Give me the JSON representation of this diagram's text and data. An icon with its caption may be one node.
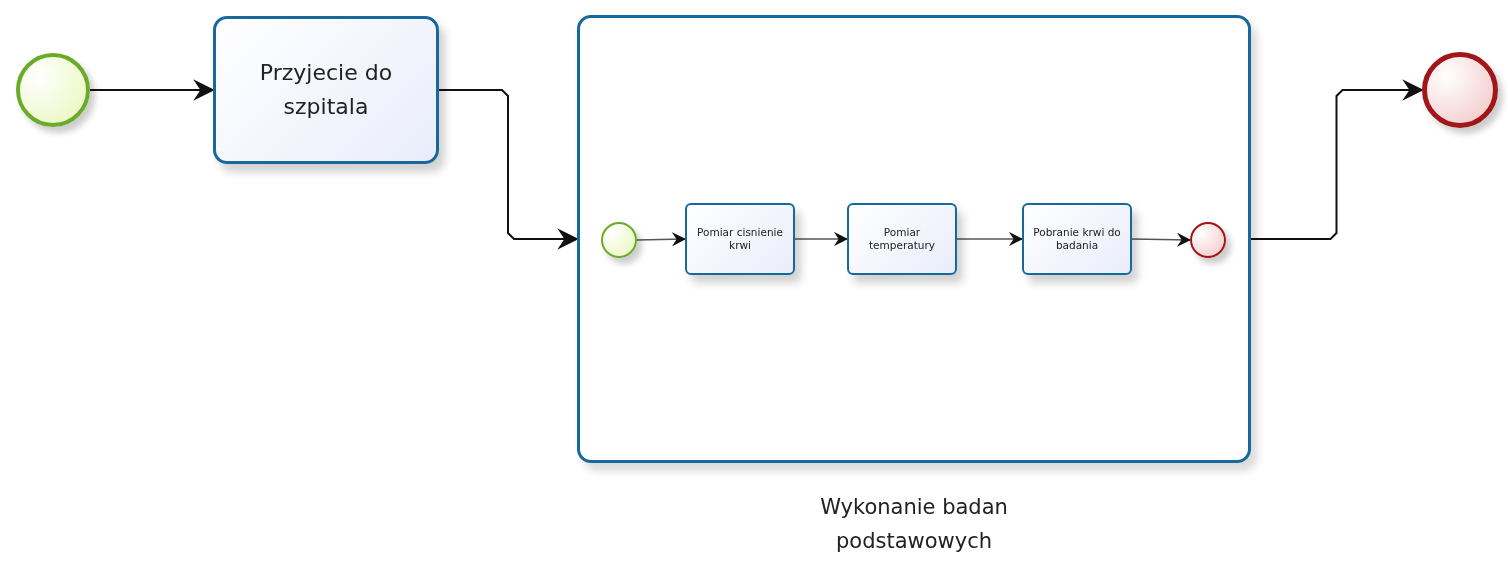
{
  "diagram": {
    "nodes": [
      {
        "text": [],
        "shape": "circle"
      },
      {
        "text": [
          "Przyjecie do szpitala"
        ]
      },
      {
        "text": [
          "Wykonanie badan podstawowych"
        ]
      },
      {
        "text": [],
        "shape": "circle",
        "in": 2
      },
      {
        "text": [
          "Pomiar cisnienie krwi"
        ],
        "in": 2
      },
      {
        "text": [
          "Pomiar temperatury"
        ],
        "in": 2
      },
      {
        "text": [
          "Pobranie krwi do badania"
        ],
        "in": 2
      },
      {
        "text": [],
        "shape": "circle",
        "in": 2
      },
      {
        "text": [],
        "shape": "circle"
      }
    ],
    "edges": [
      {
        "from": 0,
        "to": 1,
        "arrow": "to"
      },
      {
        "from": 1,
        "to": 2,
        "arrow": "to"
      },
      {
        "from": 3,
        "to": 4,
        "arrow": "to"
      },
      {
        "from": 4,
        "to": 5,
        "arrow": "to"
      },
      {
        "from": 5,
        "to": 6,
        "arrow": "to"
      },
      {
        "from": 6,
        "to": 7,
        "arrow": "to"
      },
      {
        "from": 2,
        "to": 8,
        "arrow": "to"
      }
    ]
  }
}
